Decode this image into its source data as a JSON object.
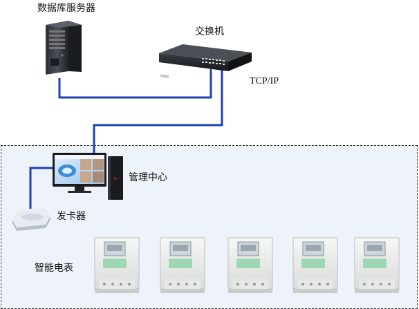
{
  "labels": {
    "db_server": "数据库服务器",
    "switch": "交换机",
    "protocol": "TCP/IP",
    "management_center": "管理中心",
    "card_issuer": "发卡器",
    "smart_meters": "智能电表"
  },
  "colors": {
    "link": "#1e3fb0",
    "zone_fill": "#eef2f9",
    "zone_border": "#2a2a2a"
  },
  "icons": {
    "server": "server-tower-icon",
    "switch": "network-switch-icon",
    "computer": "desktop-computer-icon",
    "card_reader": "card-reader-icon",
    "meter": "electric-meter-icon"
  }
}
